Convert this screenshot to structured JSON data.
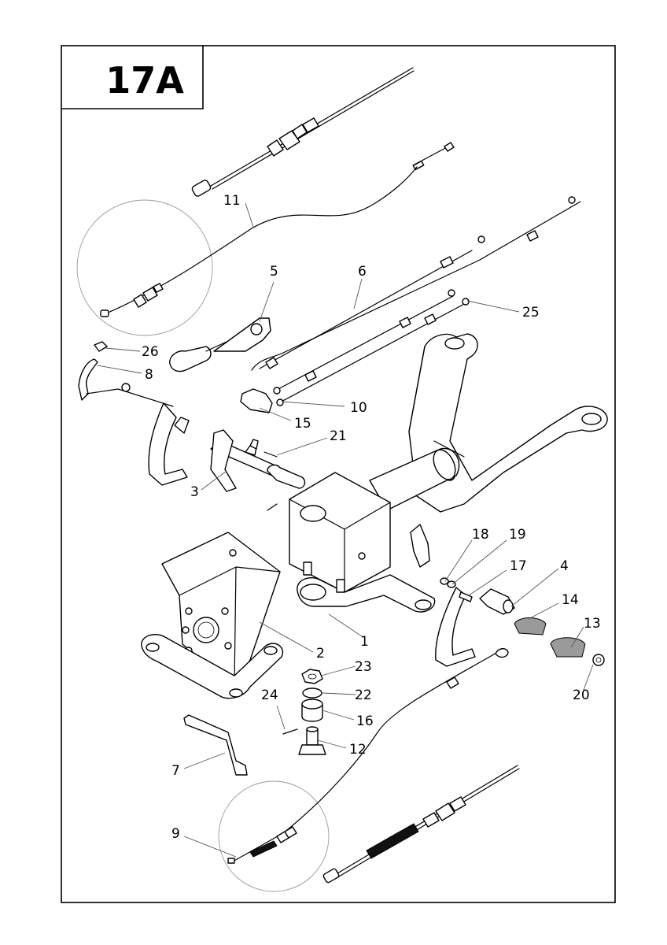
{
  "title": "17A",
  "callouts": [
    {
      "id": "1",
      "label": "1"
    },
    {
      "id": "2",
      "label": "2"
    },
    {
      "id": "3",
      "label": "3"
    },
    {
      "id": "4",
      "label": "4"
    },
    {
      "id": "5",
      "label": "5"
    },
    {
      "id": "6",
      "label": "6"
    },
    {
      "id": "7",
      "label": "7"
    },
    {
      "id": "8",
      "label": "8"
    },
    {
      "id": "9",
      "label": "9"
    },
    {
      "id": "10",
      "label": "10"
    },
    {
      "id": "11",
      "label": "11"
    },
    {
      "id": "12",
      "label": "12"
    },
    {
      "id": "13",
      "label": "13"
    },
    {
      "id": "14",
      "label": "14"
    },
    {
      "id": "15",
      "label": "15"
    },
    {
      "id": "16",
      "label": "16"
    },
    {
      "id": "17",
      "label": "17"
    },
    {
      "id": "18",
      "label": "18"
    },
    {
      "id": "19",
      "label": "19"
    },
    {
      "id": "20",
      "label": "20"
    },
    {
      "id": "21",
      "label": "21"
    },
    {
      "id": "22",
      "label": "22"
    },
    {
      "id": "23",
      "label": "23"
    },
    {
      "id": "24",
      "label": "24"
    },
    {
      "id": "25",
      "label": "25"
    },
    {
      "id": "26",
      "label": "26"
    }
  ]
}
